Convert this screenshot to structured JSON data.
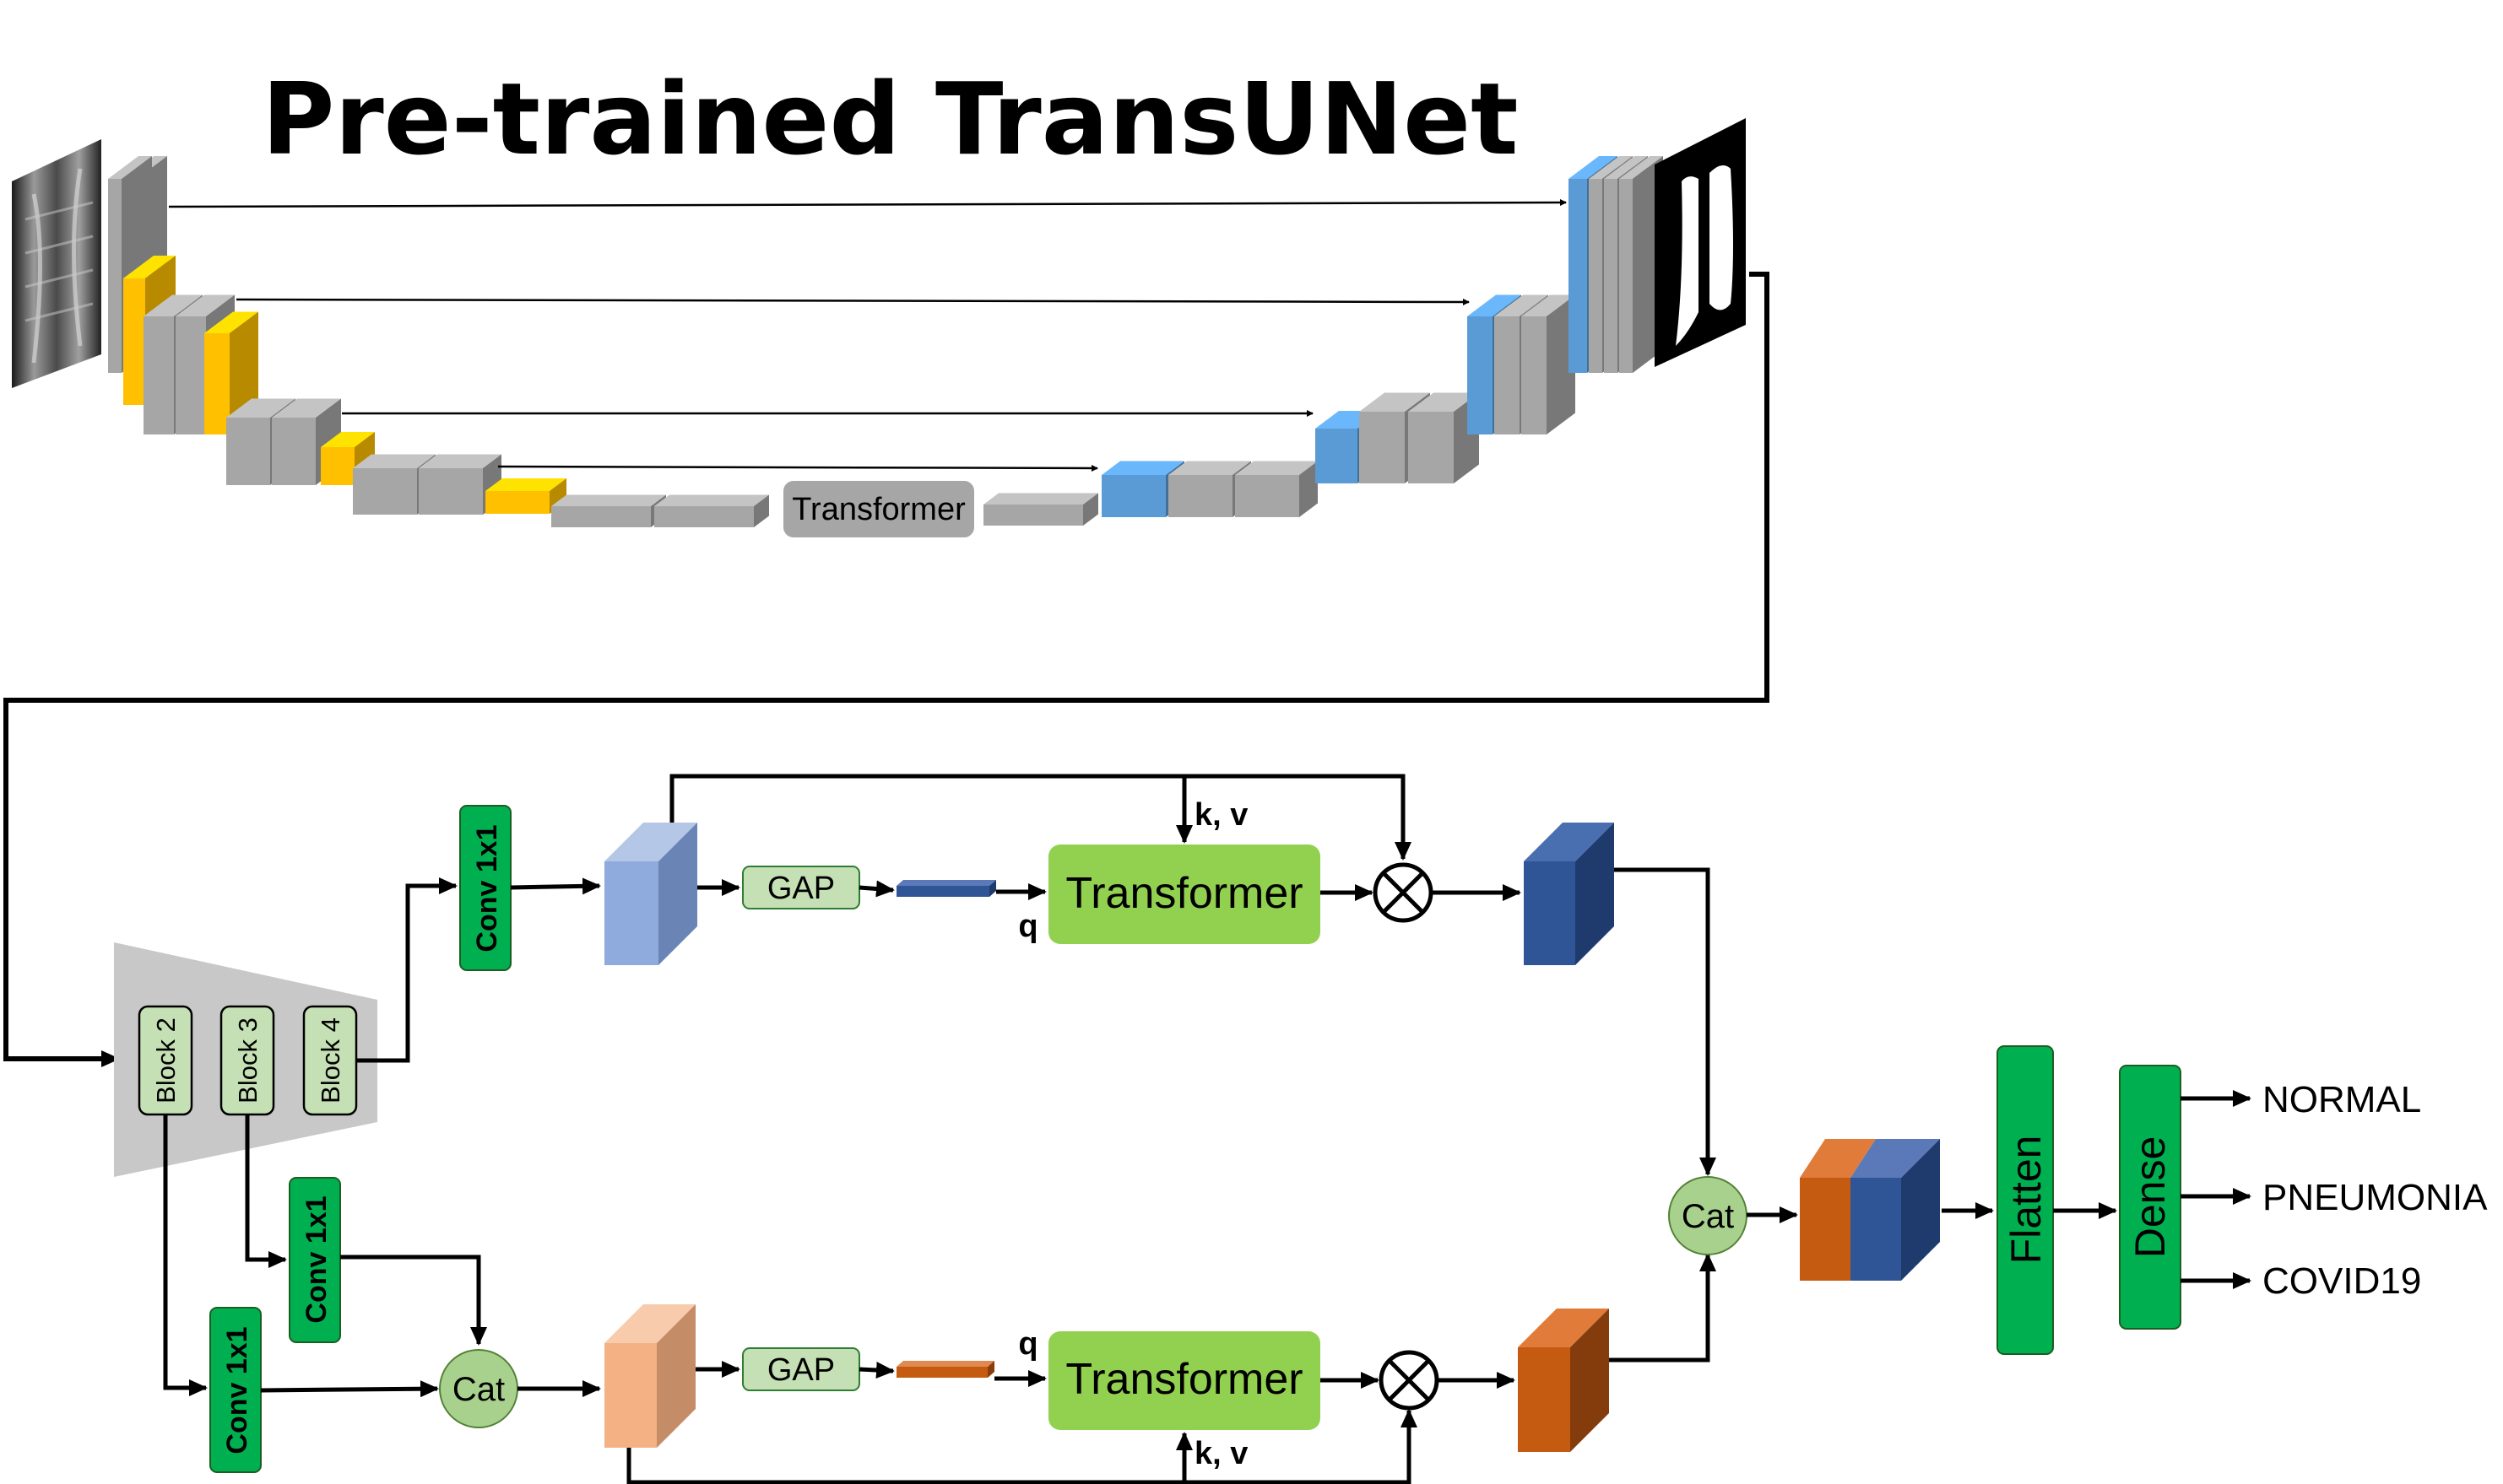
{
  "title": "Pre-trained TransUNet",
  "unet": {
    "bottleneck_label": "Transformer"
  },
  "backbone": {
    "blocks": [
      "Block 2",
      "Block 3",
      "Block 4"
    ]
  },
  "top_branch": {
    "conv_label": "Conv 1x1",
    "gap_label": "GAP",
    "transformer_label": "Transformer",
    "kv_label": "k, v",
    "q_label": "q"
  },
  "bottom_branch": {
    "conv_block3_label": "Conv 1x1",
    "conv_block2_label": "Conv 1x1",
    "cat_label": "Cat",
    "gap_label": "GAP",
    "transformer_label": "Transformer",
    "kv_label": "k, v",
    "q_label": "q"
  },
  "fusion": {
    "cat_label": "Cat",
    "flatten_label": "Flatten",
    "dense_label": "Dense"
  },
  "outputs": [
    "NORMAL",
    "PNEUMONIA",
    "COVID19"
  ],
  "colors": {
    "gray_block": "#a6a6a6",
    "yellow_block": "#ffc000",
    "blue_block": "#5b9bd5",
    "green_box": "#92d050",
    "dark_green": "#00b050",
    "light_green": "#c5e0b4",
    "navy": "#2f5597",
    "orange": "#c55a11",
    "light_blue": "#8faadc",
    "peach": "#f4b183"
  }
}
